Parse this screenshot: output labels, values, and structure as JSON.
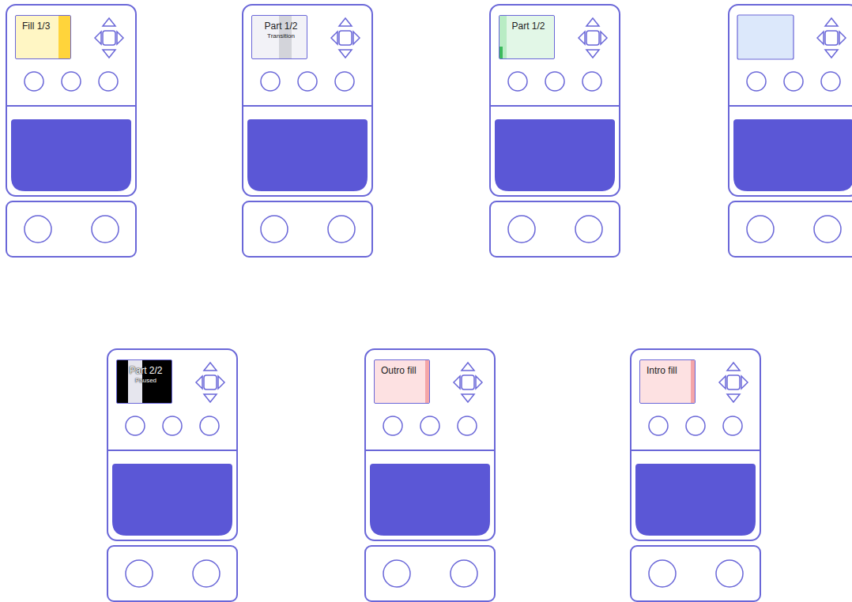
{
  "diagram": {
    "nodes": [
      {
        "text": [
          "Fill 1/3"
        ]
      },
      {
        "text": [
          "Part 1/2",
          "Transition"
        ]
      },
      {
        "text": [
          "Part 1/2"
        ]
      },
      {
        "text": [
          "Part 2/2",
          "Paused"
        ]
      },
      {
        "text": [
          "Outro fill"
        ]
      },
      {
        "text": [
          "Intro fill"
        ]
      }
    ]
  }
}
